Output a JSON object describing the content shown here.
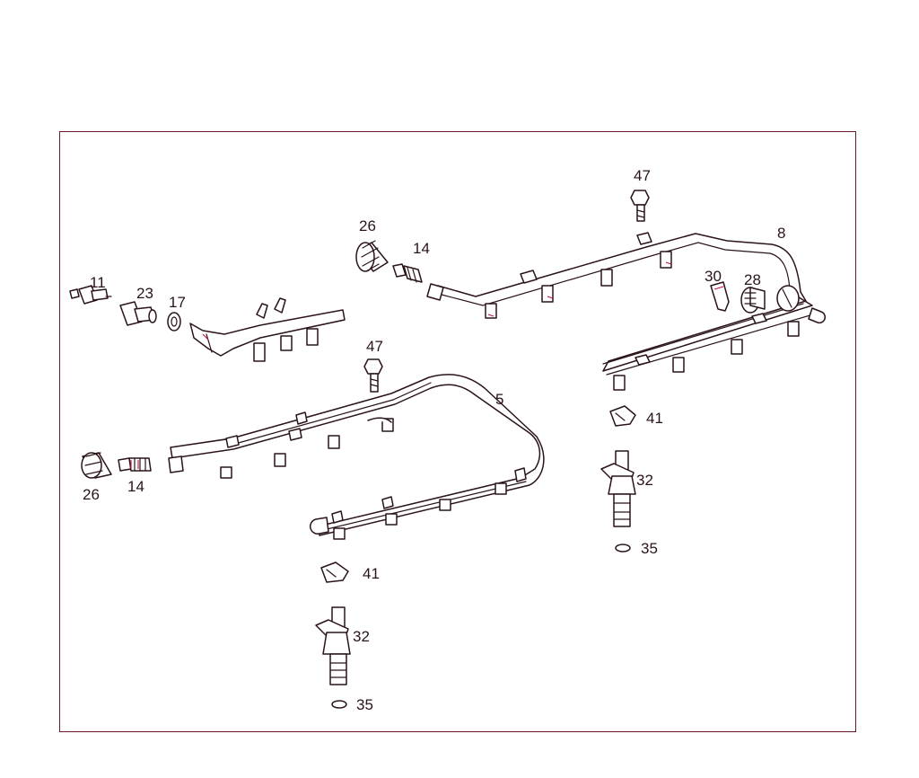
{
  "diagram": {
    "callouts": {
      "c11": "11",
      "c23": "23",
      "c17": "17",
      "c26a": "26",
      "c14a": "14",
      "c47a": "47",
      "c8": "8",
      "c30": "30",
      "c28": "28",
      "c47b": "47",
      "c5": "5",
      "c41a": "41",
      "c32a": "32",
      "c35a": "35",
      "c26b": "26",
      "c14b": "14",
      "c41b": "41",
      "c32b": "32",
      "c35b": "35"
    }
  },
  "colors": {
    "line": "#2a1418",
    "frame": "#6b1a2a",
    "accent": "#c0143c"
  }
}
